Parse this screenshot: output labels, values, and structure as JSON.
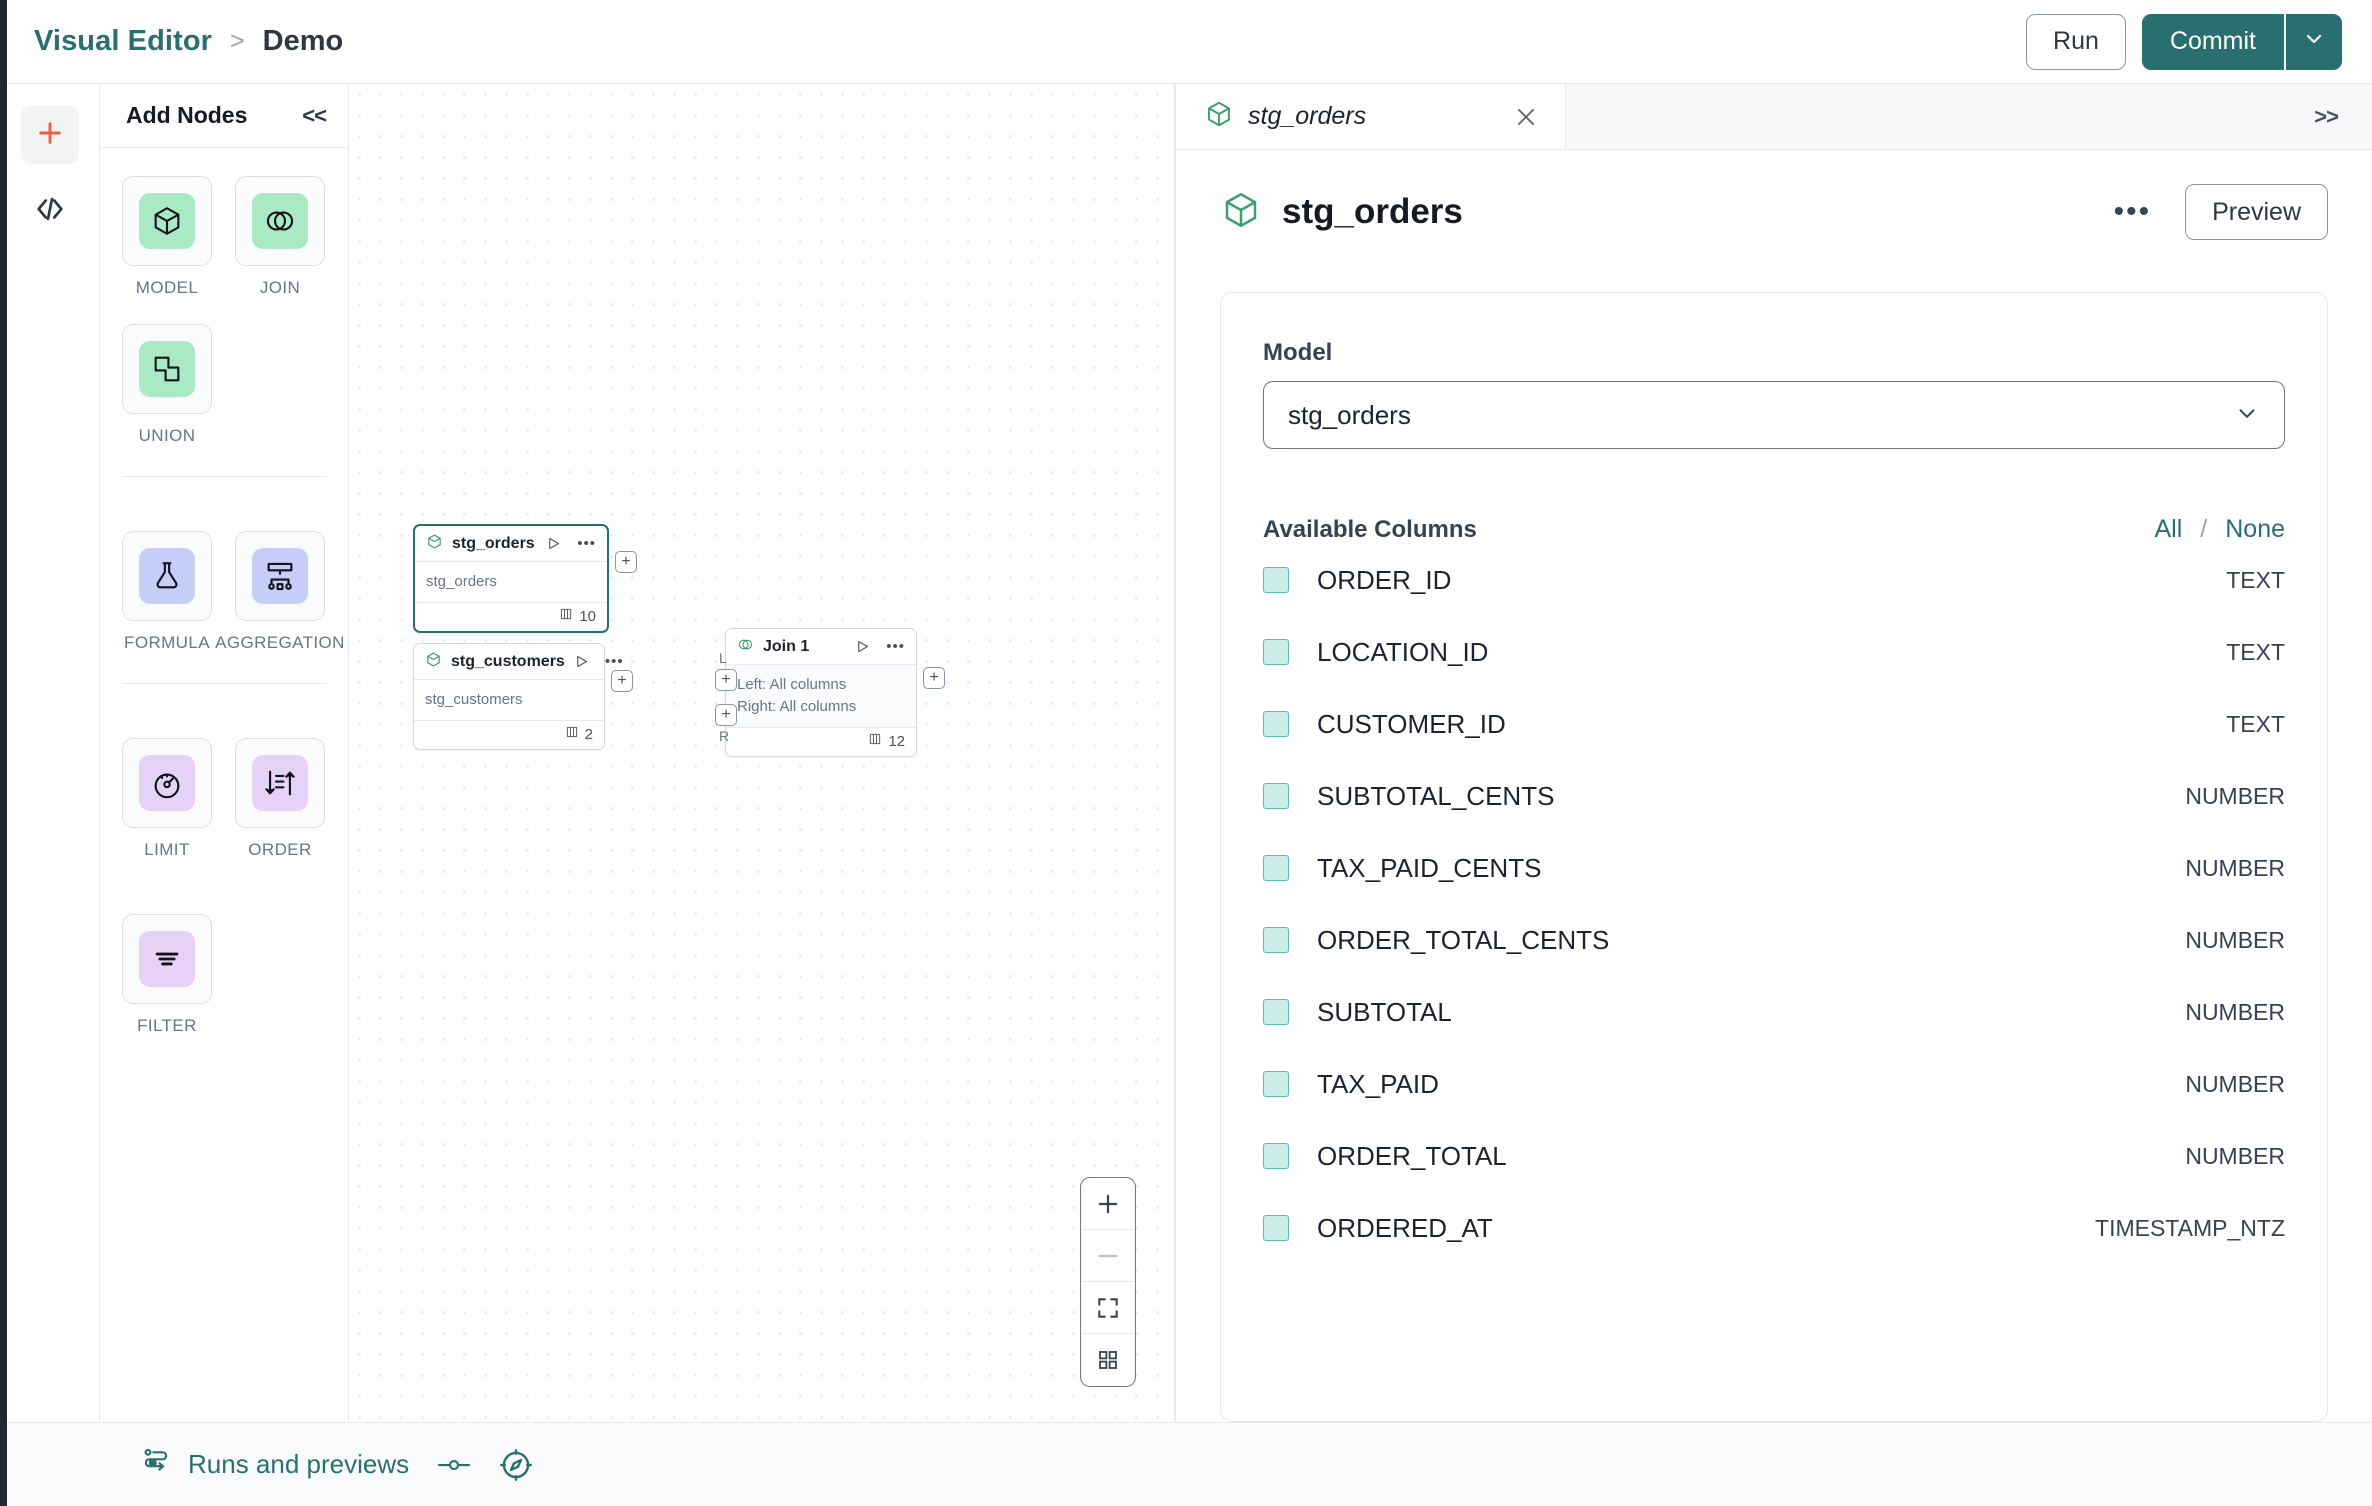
{
  "topbar": {
    "breadcrumb_root": "Visual Editor",
    "breadcrumb_sep": ">",
    "breadcrumb_leaf": "Demo",
    "run_label": "Run",
    "commit_label": "Commit",
    "accent_teal": "#2a6f70",
    "accent_orange": "#f0613c"
  },
  "iconrail": {
    "add_icon": "plus-icon",
    "code_icon": "code-brackets-icon"
  },
  "addnodes": {
    "title": "Add Nodes",
    "collapse_label": "<<",
    "groups": [
      {
        "items": [
          {
            "label": "MODEL",
            "icon": "cube-icon",
            "tint": "#a9e9c4"
          },
          {
            "label": "JOIN",
            "icon": "venn-icon",
            "tint": "#a9e9c4"
          },
          {
            "label": "UNION",
            "icon": "union-shape-icon",
            "tint": "#a9e9c4"
          }
        ]
      },
      {
        "items": [
          {
            "label": "FORMULA",
            "icon": "flask-icon",
            "tint": "#c6cdf8"
          },
          {
            "label": "AGGREGATION",
            "icon": "aggregation-tree-icon",
            "tint": "#c6cdf8"
          }
        ]
      },
      {
        "items": [
          {
            "label": "LIMIT",
            "icon": "limit-gauge-icon",
            "tint": "#e7d2f7"
          },
          {
            "label": "ORDER",
            "icon": "sort-order-icon",
            "tint": "#e7d2f7"
          }
        ]
      },
      {
        "items": [
          {
            "label": "FILTER",
            "icon": "filter-icon",
            "tint": "#e7d2f7"
          }
        ]
      }
    ]
  },
  "canvas": {
    "nodes": [
      {
        "id": "stg_orders",
        "title": "stg_orders",
        "subtitle": "stg_orders",
        "count": "10",
        "selected": true,
        "icon": "cube-icon"
      },
      {
        "id": "stg_customers",
        "title": "stg_customers",
        "subtitle": "stg_customers",
        "count": "2",
        "selected": false,
        "icon": "cube-icon"
      },
      {
        "id": "join_1",
        "title": "Join 1",
        "subtitle_left": "Left: All columns",
        "subtitle_right": "Right: All columns",
        "count": "12",
        "selected": false,
        "icon": "venn-icon",
        "input_left_label": "L",
        "input_right_label": "R"
      }
    ],
    "handle_glyph": "+",
    "zoom_controls": [
      {
        "name": "zoom-in",
        "glyph": "+"
      },
      {
        "name": "zoom-out",
        "glyph": "−"
      },
      {
        "name": "fit-view",
        "glyph": "fit-icon"
      },
      {
        "name": "toggle-minimap",
        "glyph": "grid-icon"
      }
    ]
  },
  "rightpanel": {
    "tab_label": "stg_orders",
    "tab_icon": "cube-icon",
    "close_icon": "close-icon",
    "expand_label": ">>",
    "title": "stg_orders",
    "menu_dots": "•••",
    "preview_label": "Preview",
    "model_field_label": "Model",
    "model_value": "stg_orders",
    "columns_title": "Available Columns",
    "select_all_label": "All",
    "select_sep": "/",
    "select_none_label": "None",
    "columns": [
      {
        "name": "ORDER_ID",
        "type": "TEXT",
        "checked": true
      },
      {
        "name": "LOCATION_ID",
        "type": "TEXT",
        "checked": true
      },
      {
        "name": "CUSTOMER_ID",
        "type": "TEXT",
        "checked": true
      },
      {
        "name": "SUBTOTAL_CENTS",
        "type": "NUMBER",
        "checked": true
      },
      {
        "name": "TAX_PAID_CENTS",
        "type": "NUMBER",
        "checked": true
      },
      {
        "name": "ORDER_TOTAL_CENTS",
        "type": "NUMBER",
        "checked": true
      },
      {
        "name": "SUBTOTAL",
        "type": "NUMBER",
        "checked": true
      },
      {
        "name": "TAX_PAID",
        "type": "NUMBER",
        "checked": true
      },
      {
        "name": "ORDER_TOTAL",
        "type": "NUMBER",
        "checked": true
      },
      {
        "name": "ORDERED_AT",
        "type": "TIMESTAMP_NTZ",
        "checked": true
      }
    ]
  },
  "footer": {
    "runs_label": "Runs and previews",
    "runs_icon": "pipeline-icon",
    "toggle_icon": "slider-toggle-icon",
    "compass_icon": "compass-icon"
  }
}
